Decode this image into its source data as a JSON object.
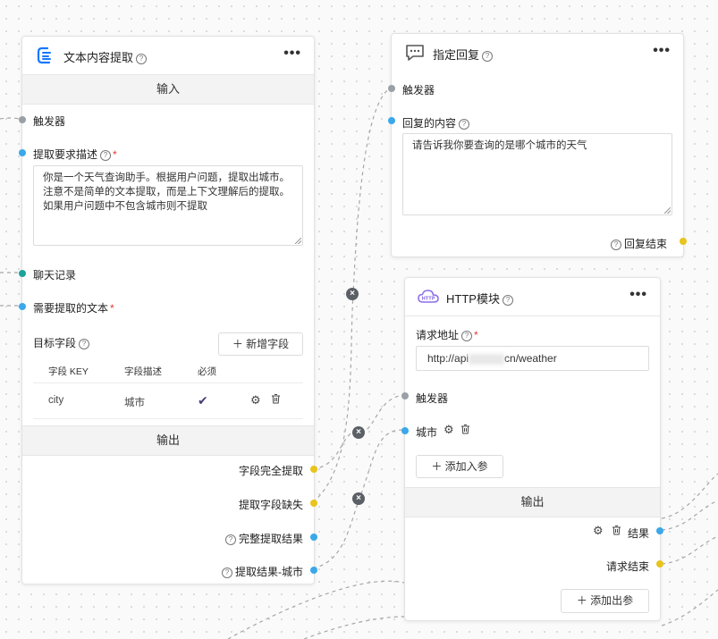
{
  "extract_node": {
    "title": "文本内容提取",
    "input_section": "输入",
    "trigger": "触发器",
    "requirement_label": "提取要求描述",
    "requirement_text": "你是一个天气查询助手。根据用户问题，提取出城市。\n注意不是简单的文本提取，而是上下文理解后的提取。\n如果用户问题中不包含城市则不提取",
    "chat_history": "聊天记录",
    "text_to_extract": "需要提取的文本",
    "target_fields_label": "目标字段",
    "add_field_button": "＋ 新增字段",
    "table_headers": [
      "字段 KEY",
      "字段描述",
      "必须"
    ],
    "table_rows": [
      {
        "key": "city",
        "desc": "城市",
        "required": "✔"
      }
    ],
    "output_section": "输出",
    "outputs": [
      "字段完全提取",
      "提取字段缺失",
      "完整提取结果",
      "提取结果-城市"
    ]
  },
  "reply_node": {
    "title": "指定回复",
    "trigger": "触发器",
    "content_label": "回复的内容",
    "content_text": "请告诉我你要查询的是哪个城市的天气",
    "end_label": "回复结束"
  },
  "http_node": {
    "title": "HTTP模块",
    "url_label": "请求地址",
    "url_prefix": "http://api",
    "url_suffix": "cn/weather",
    "trigger": "触发器",
    "param_city": "城市",
    "add_input_button": "＋ 添加入参",
    "output_section": "输出",
    "result_label": "结果",
    "end_label": "请求结束",
    "add_output_button": "＋ 添加出参"
  },
  "icons": {
    "help": "?",
    "more": "•••",
    "delete_edge": "×",
    "settings": "⚙",
    "delete": "🗑"
  },
  "colors": {
    "port_input": "#9aa0a6",
    "port_value": "#3aa8ea",
    "port_history": "#1aa39a",
    "port_output_trigger": "#e8c41c",
    "accent": "#1677ff"
  }
}
